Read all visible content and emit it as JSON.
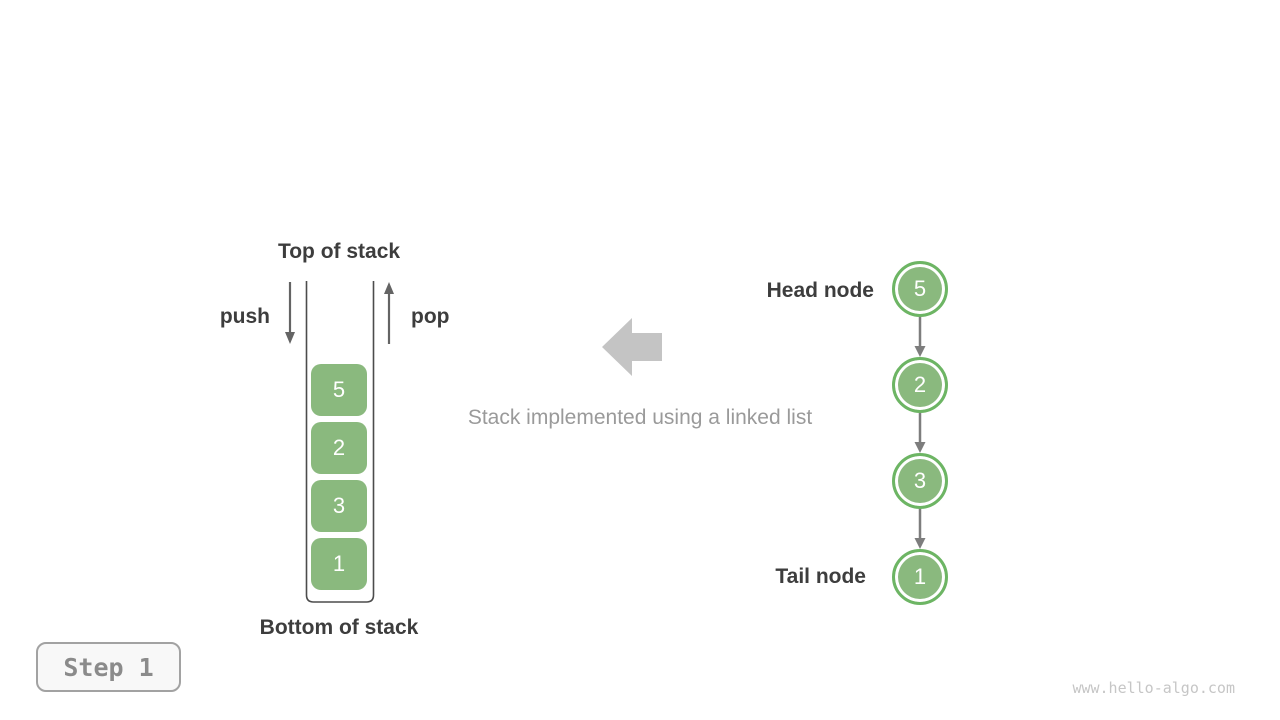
{
  "colors": {
    "green_fill": "#8ab97e",
    "green_ring": "#6db564",
    "dark_text": "#3d3d3d",
    "muted_text": "#9a9a9a",
    "block_arrow": "#c4c4c4",
    "outline_stroke": "#4c4c4c",
    "stack_arrow": "#646464",
    "flow_arrow": "#7d7d7d",
    "step_text": "#8b8b8b",
    "step_border": "#a2a2a2",
    "step_bg": "#f8f8f8",
    "watermark_color": "#c6c6c6"
  },
  "stack": {
    "top_label": "Top of stack",
    "bottom_label": "Bottom of stack",
    "push_label": "push",
    "pop_label": "pop",
    "items": [
      "5",
      "2",
      "3",
      "1"
    ]
  },
  "caption": "Stack implemented using a linked list",
  "linked_list": {
    "head_label": "Head node",
    "tail_label": "Tail node",
    "nodes": [
      "5",
      "2",
      "3",
      "1"
    ]
  },
  "step_badge": "Step 1",
  "watermark": "www.hello-algo.com"
}
